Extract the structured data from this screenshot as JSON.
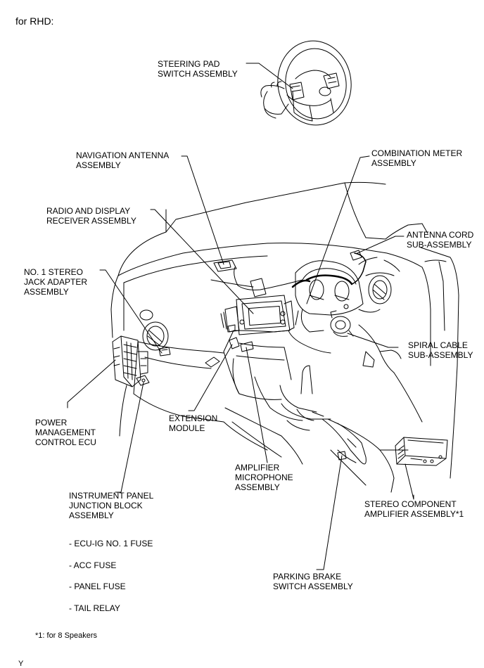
{
  "header": "for RHD:",
  "labels": {
    "steering_pad": [
      "STEERING PAD",
      "SWITCH ASSEMBLY"
    ],
    "nav_antenna": [
      "NAVIGATION ANTENNA",
      "ASSEMBLY"
    ],
    "combination_meter": [
      "COMBINATION METER",
      "ASSEMBLY"
    ],
    "radio_display": [
      "RADIO AND DISPLAY",
      "RECEIVER ASSEMBLY"
    ],
    "antenna_cord": [
      "ANTENNA CORD",
      "SUB-ASSEMBLY"
    ],
    "stereo_jack": [
      "NO. 1 STEREO",
      "JACK ADAPTER",
      "ASSEMBLY"
    ],
    "spiral_cable": [
      "SPIRAL CABLE",
      "SUB-ASSEMBLY"
    ],
    "power_mgmt": [
      "POWER",
      "MANAGEMENT",
      "CONTROL ECU"
    ],
    "extension_module": [
      "EXTENSION",
      "MODULE"
    ],
    "amp_microphone": [
      "AMPLIFIER",
      "MICROPHONE",
      "ASSEMBLY"
    ],
    "stereo_amp": [
      "STEREO COMPONENT",
      "AMPLIFIER ASSEMBLY*1"
    ],
    "instrument_panel": [
      "INSTRUMENT PANEL",
      "JUNCTION BLOCK",
      "ASSEMBLY"
    ],
    "parking_brake": [
      "PARKING BRAKE",
      "SWITCH ASSEMBLY"
    ]
  },
  "fuse_items": [
    "- ECU-IG NO. 1 FUSE",
    "- ACC FUSE",
    "- PANEL FUSE",
    "- TAIL RELAY"
  ],
  "footnote": "*1: for 8 Speakers",
  "corner_mark": "Y"
}
